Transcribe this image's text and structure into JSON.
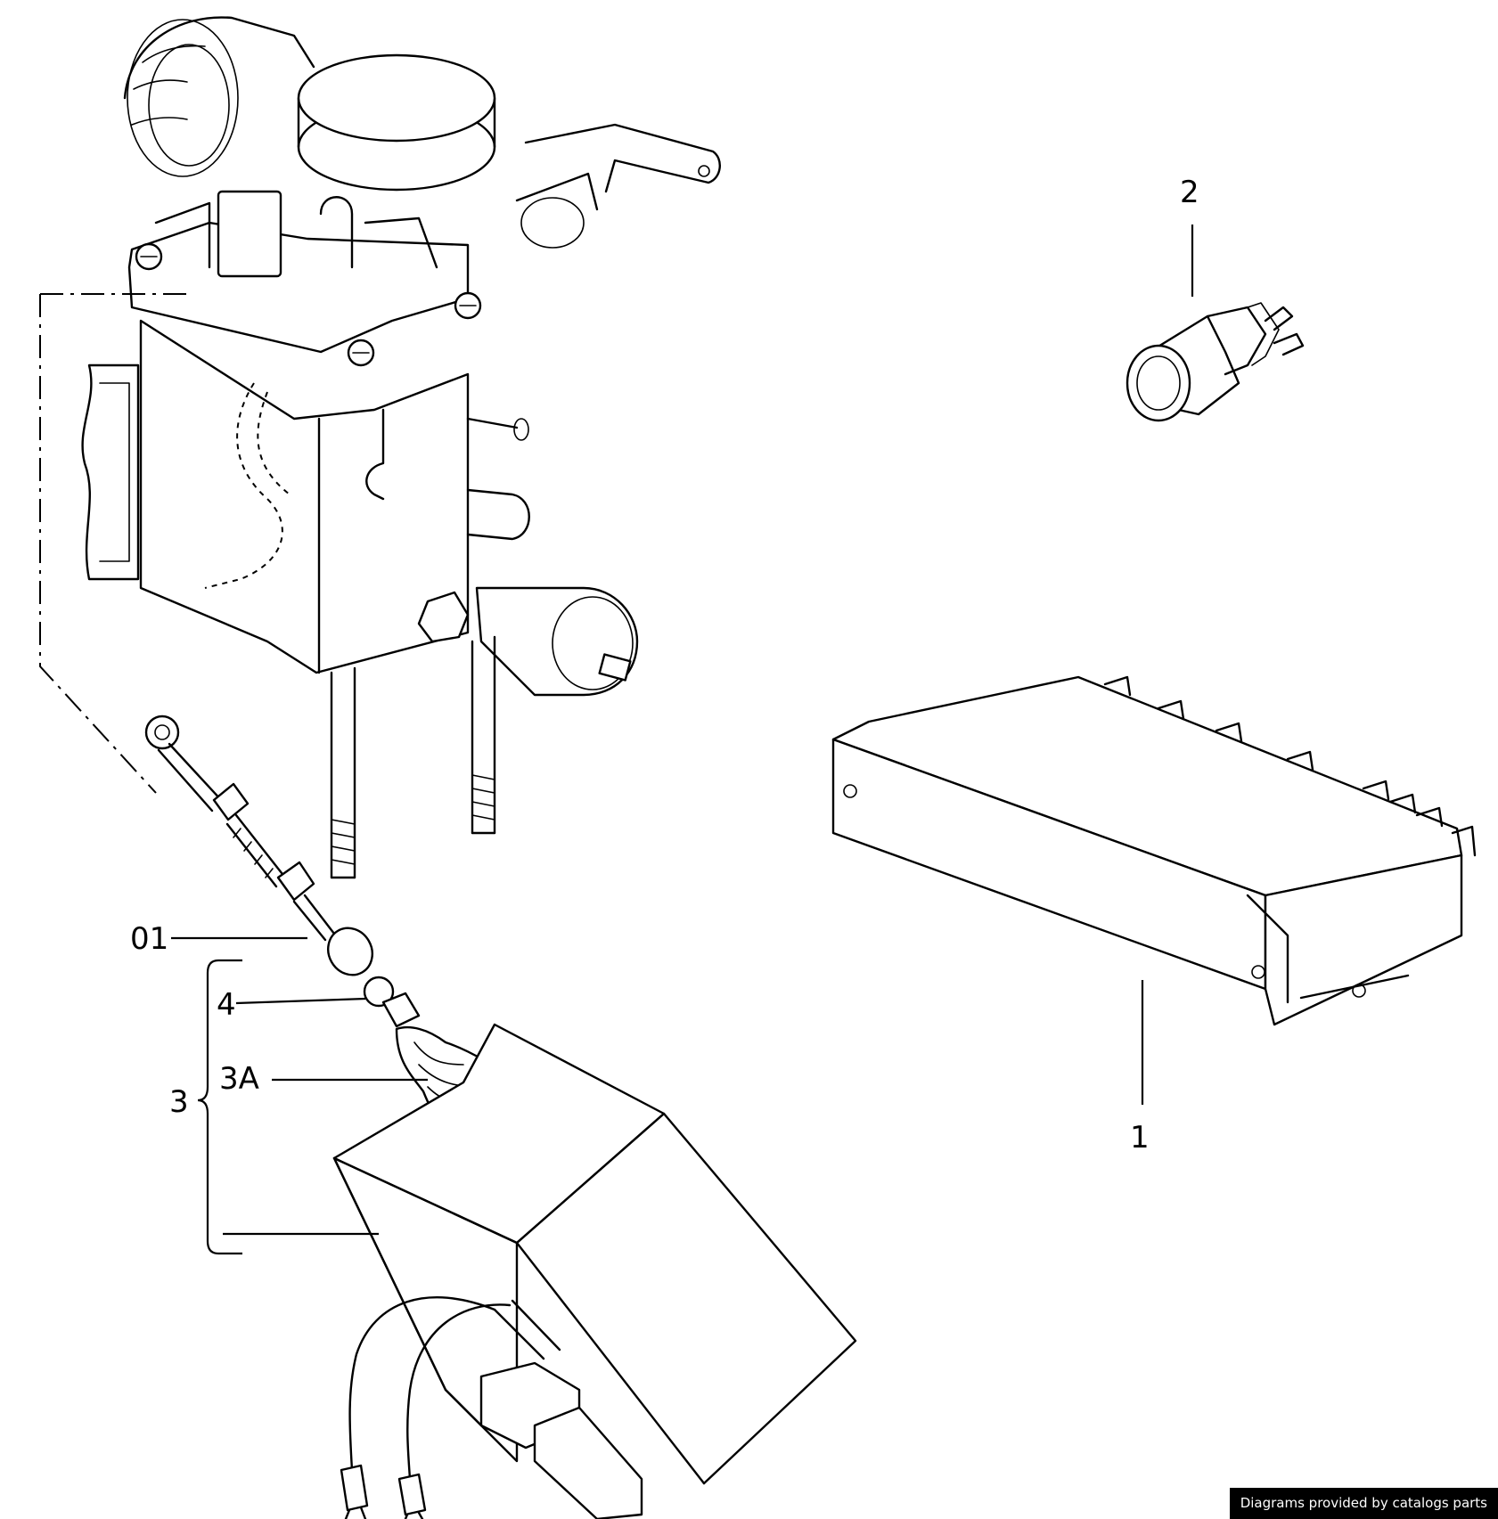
{
  "callouts": {
    "c1": "1",
    "c2": "2",
    "c01": "01",
    "c4": "4",
    "c3": "3",
    "c3a": "3A"
  },
  "credit": "Diagrams provided by catalogs parts"
}
